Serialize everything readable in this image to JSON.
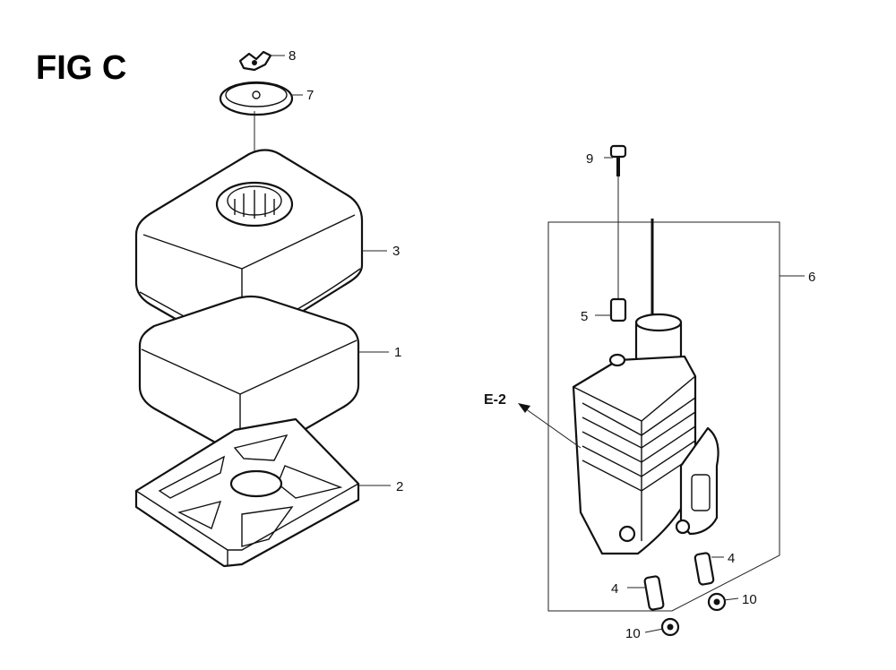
{
  "figure": {
    "title": "FIG C",
    "ref_label": "E-2"
  },
  "callouts": [
    "8",
    "7",
    "3",
    "1",
    "2",
    "9",
    "6",
    "5",
    "4",
    "4",
    "10",
    "10"
  ],
  "icons": [
    "wing-nut-icon",
    "washer-icon",
    "cover-icon",
    "filter-element-icon",
    "grid-icon",
    "bolt-icon",
    "collar-icon",
    "case-icon",
    "stud-icon",
    "nut-icon"
  ]
}
